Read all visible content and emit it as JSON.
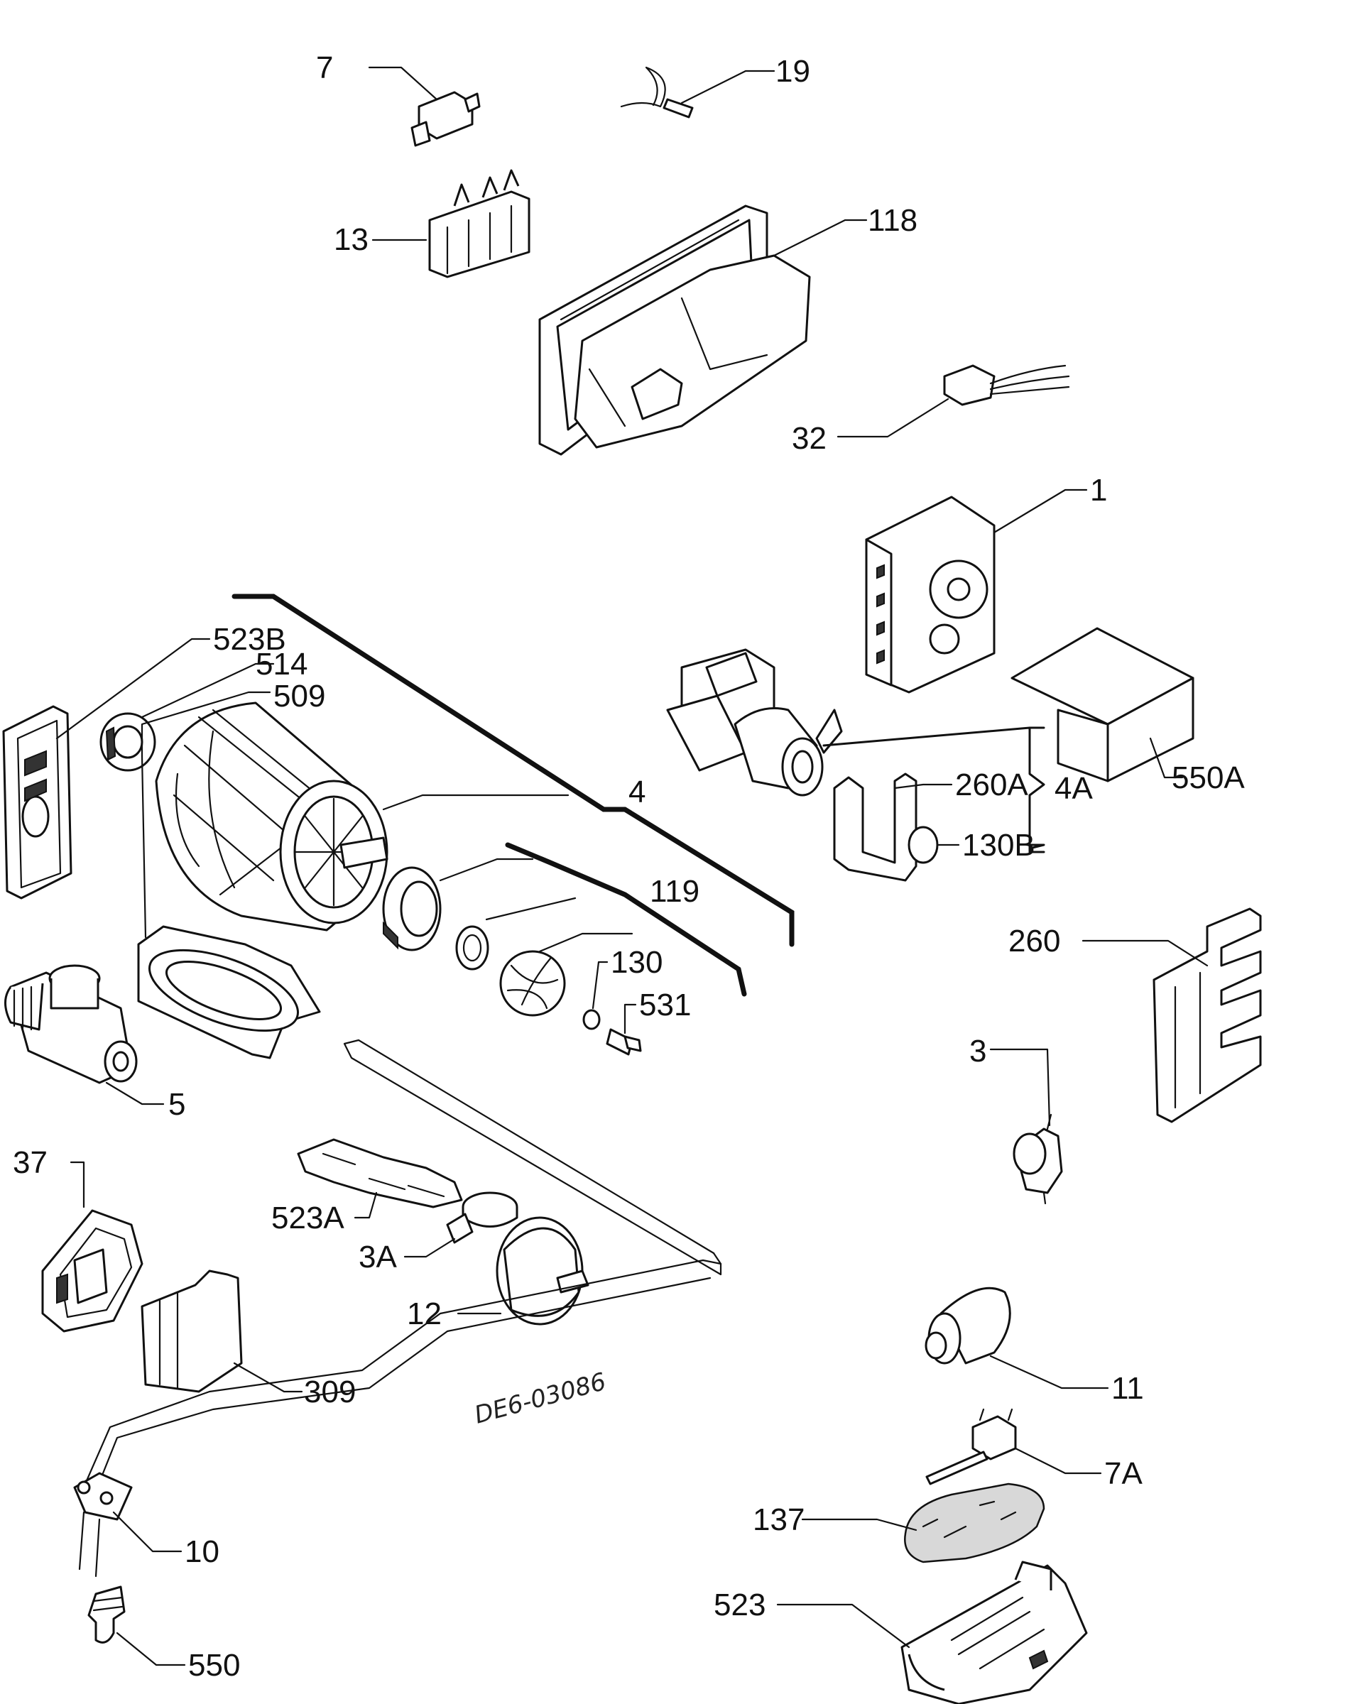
{
  "diagram": {
    "drawing_number": "DE6-03086",
    "labels": {
      "p7": "7",
      "p19": "19",
      "p13": "13",
      "p118": "118",
      "p32": "32",
      "p1": "1",
      "p523b": "523B",
      "p514": "514",
      "p509": "509",
      "p4": "4",
      "p119": "119",
      "p130": "130",
      "p531": "531",
      "p5": "5",
      "p260a": "260A",
      "p4a": "4A",
      "p550a": "550A",
      "p130b": "130B",
      "p260": "260",
      "p3": "3",
      "p37": "37",
      "p523a": "523A",
      "p3a": "3A",
      "p12": "12",
      "p309": "309",
      "p11": "11",
      "p7a": "7A",
      "p137": "137",
      "p523": "523",
      "p10": "10",
      "p550": "550"
    }
  }
}
